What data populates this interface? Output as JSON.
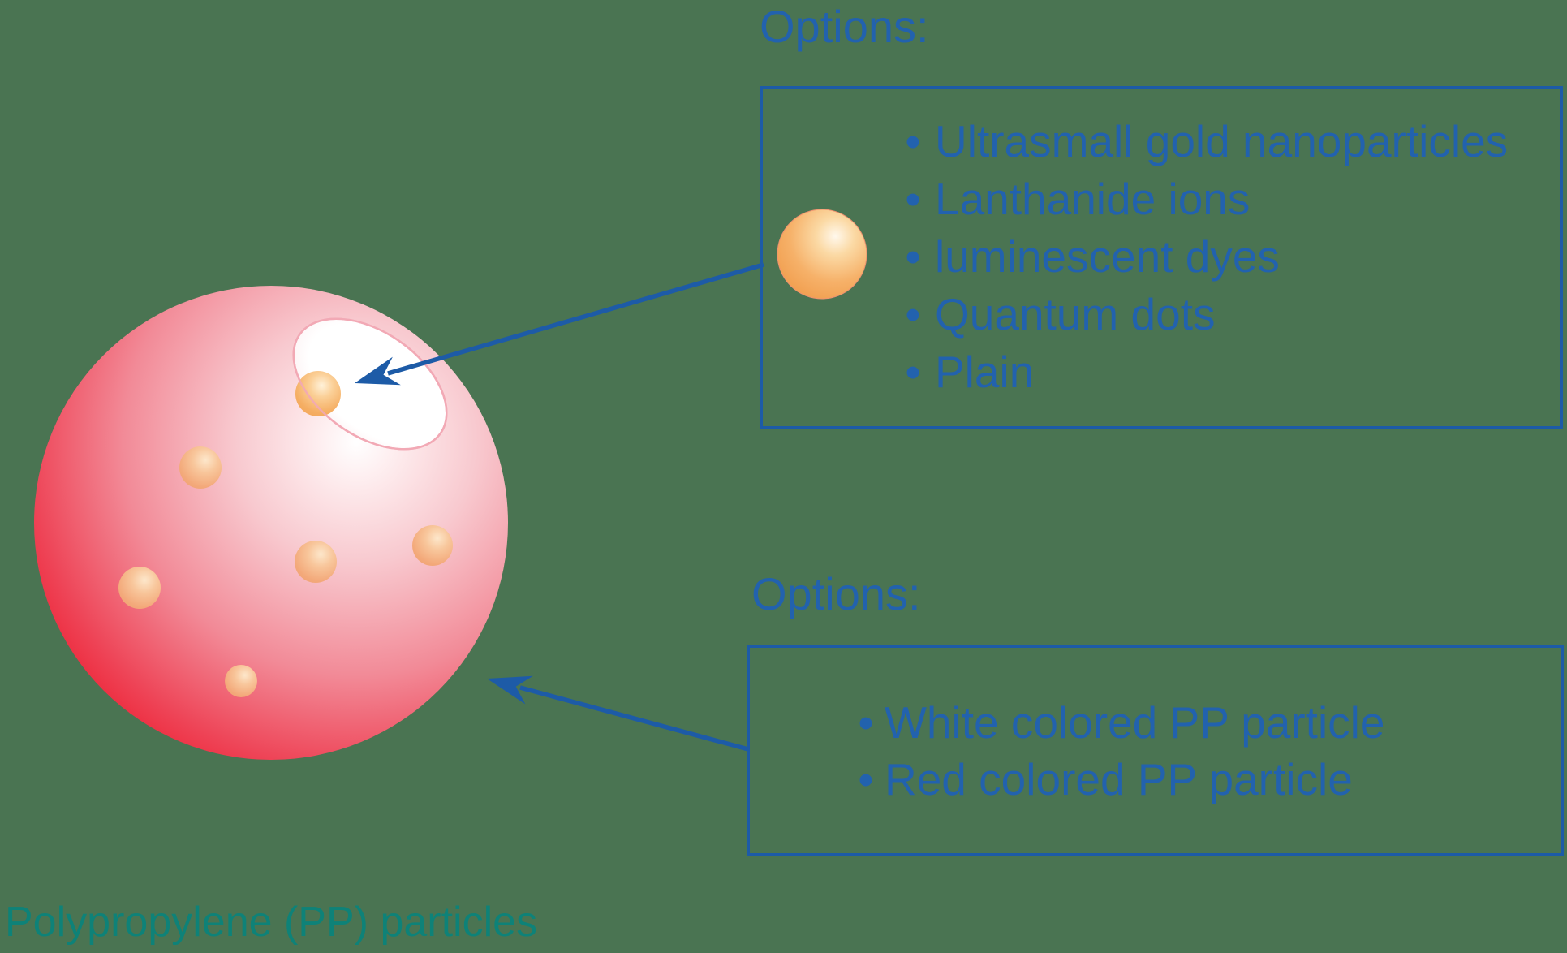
{
  "colors": {
    "background": "#4A7452",
    "accent_blue": "#1D5BA7",
    "text_blue": "#2262AE",
    "caption_teal": "#0E8278",
    "pp_particle_red": "#EC1C2E",
    "gold_nanoparticle_orange": "#F5A85C",
    "cutout_white": "#FFFFFF"
  },
  "labels": {
    "options_top": "Options:",
    "options_bottom": "Options:",
    "caption": "Polypropylene (PP) particles"
  },
  "bullet_char": "•",
  "nanoparticle_options": {
    "items": [
      "Ultrasmall gold nanoparticles",
      "Lanthanide ions",
      "luminescent dyes",
      "Quantum dots",
      "Plain"
    ]
  },
  "pp_color_options": {
    "items": [
      "White colored PP particle",
      "Red colored PP particle"
    ]
  }
}
